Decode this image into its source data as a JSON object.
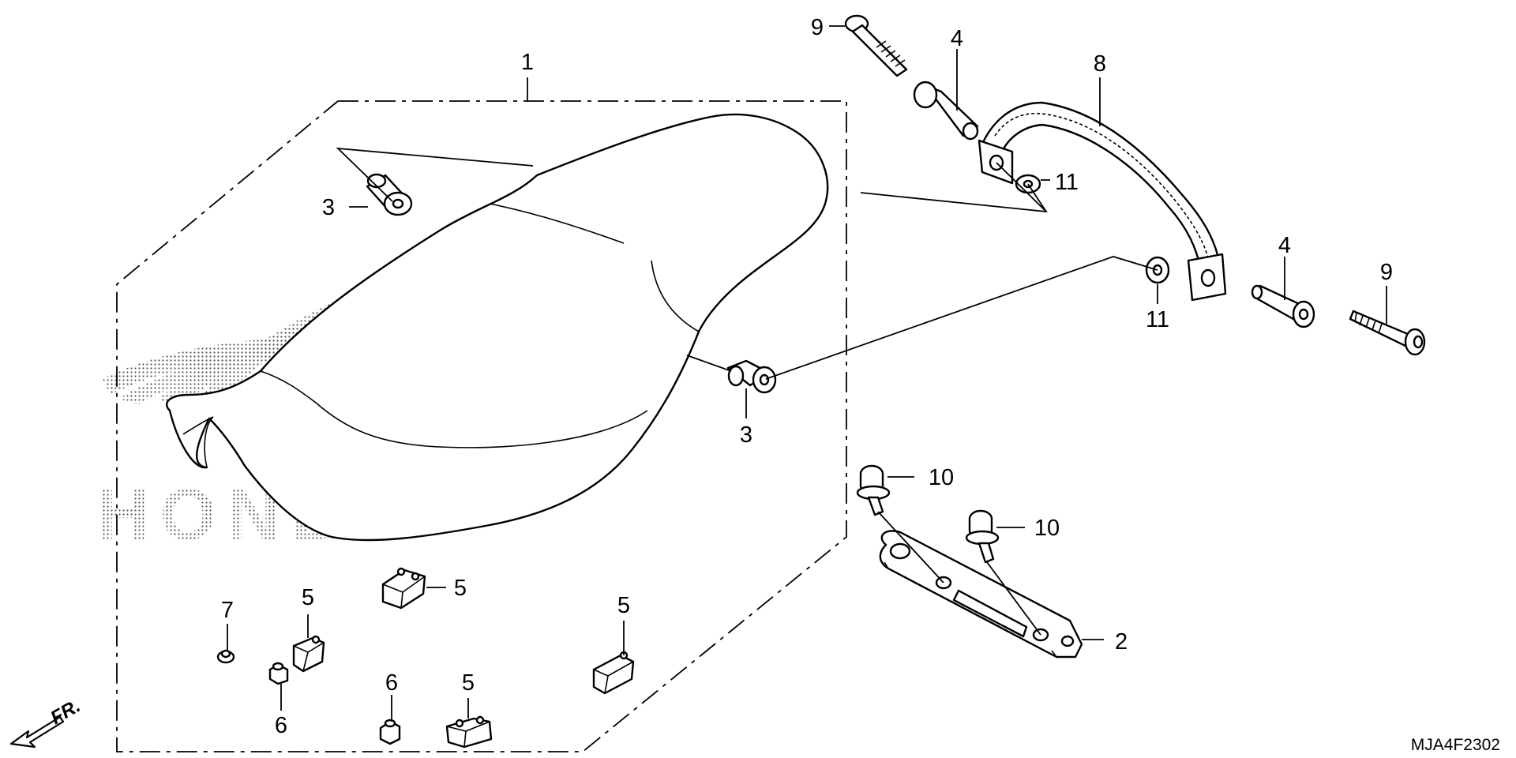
{
  "diagram": {
    "drawing_code": "MJA4F2302",
    "front_marker": "FR.",
    "logo_watermark": "HONDA",
    "callouts": [
      {
        "id": "c1",
        "number": "1"
      },
      {
        "id": "c2",
        "number": "2"
      },
      {
        "id": "c3a",
        "number": "3"
      },
      {
        "id": "c3b",
        "number": "3"
      },
      {
        "id": "c4a",
        "number": "4"
      },
      {
        "id": "c4b",
        "number": "4"
      },
      {
        "id": "c5a",
        "number": "5"
      },
      {
        "id": "c5b",
        "number": "5"
      },
      {
        "id": "c5c",
        "number": "5"
      },
      {
        "id": "c5d",
        "number": "5"
      },
      {
        "id": "c6a",
        "number": "6"
      },
      {
        "id": "c6b",
        "number": "6"
      },
      {
        "id": "c7",
        "number": "7"
      },
      {
        "id": "c8",
        "number": "8"
      },
      {
        "id": "c9a",
        "number": "9"
      },
      {
        "id": "c9b",
        "number": "9"
      },
      {
        "id": "c10a",
        "number": "10"
      },
      {
        "id": "c10b",
        "number": "10"
      },
      {
        "id": "c11a",
        "number": "11"
      },
      {
        "id": "c11b",
        "number": "11"
      }
    ]
  }
}
